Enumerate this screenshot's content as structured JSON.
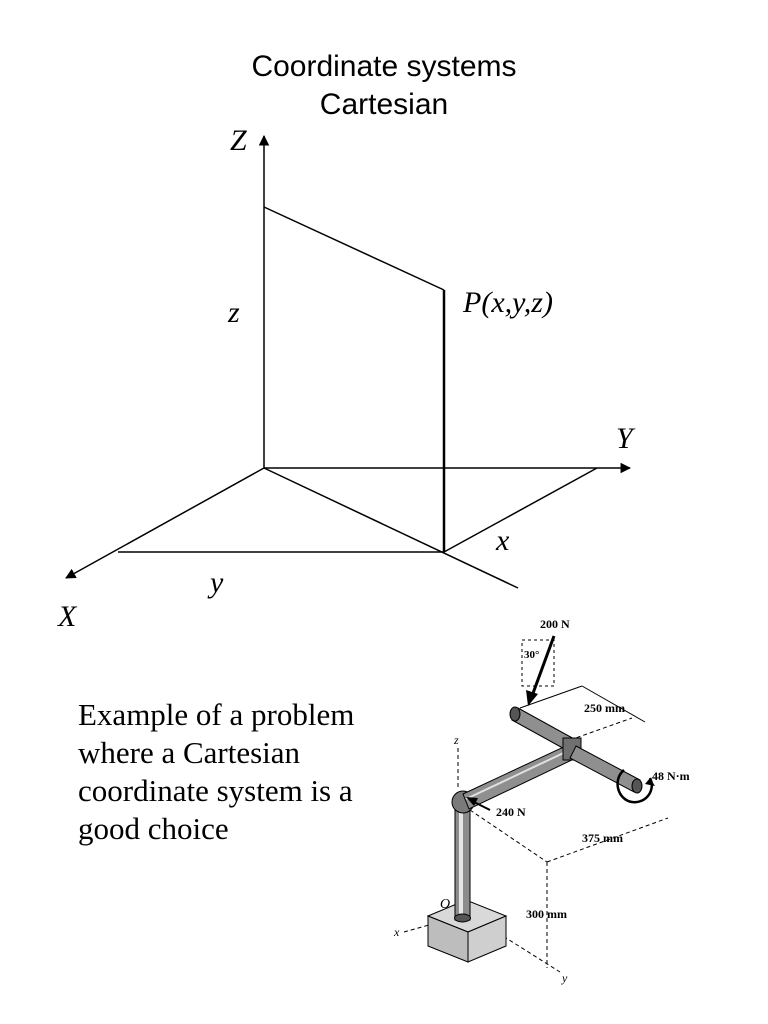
{
  "title": {
    "line1": "Coordinate systems",
    "line2": "Cartesian"
  },
  "axes": {
    "z_axis_label": "Z",
    "y_axis_label": "Y",
    "x_axis_label": "X",
    "z_component": "z",
    "y_component": "y",
    "x_component": "x",
    "point_label": "P(x,y,z)"
  },
  "example": {
    "text": "Example of a problem where a Cartesian coordinate system is a good choice"
  },
  "figure": {
    "force_top": "200 N",
    "angle": "30°",
    "dim_250": "250 mm",
    "moment": "48 N·m",
    "force_mid": "240 N",
    "dim_375": "375 mm",
    "dim_300": "300 mm",
    "axis_z": "z",
    "axis_x": "x",
    "axis_y": "y",
    "origin": "O"
  }
}
